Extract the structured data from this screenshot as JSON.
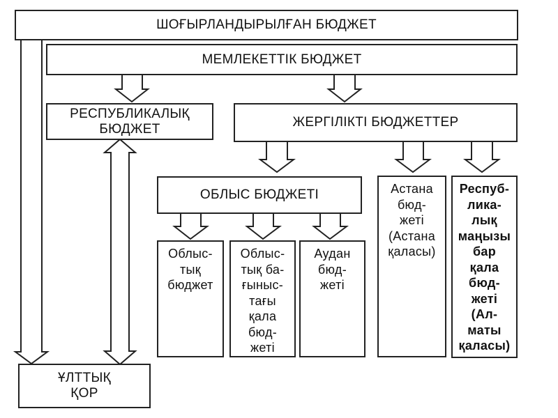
{
  "diagram": {
    "consolidated_budget": "ШОҒЫРЛАНДЫРЫЛҒАН БЮДЖЕТ",
    "state_budget": "МЕМЛЕКЕТТІК БЮДЖЕТ",
    "republican_budget": "РЕСПУБЛИКАЛЫҚ\nБЮДЖЕТ",
    "local_budgets": "ЖЕРГІЛІКТІ БЮДЖЕТТЕР",
    "oblast_budget": "ОБЛЫС БЮДЖЕТІ",
    "astana_budget": "Астана\nбюд-\nжеті\n(Астана\nқаласы)",
    "republican_city_budget": "Респуб-\nлика-\nлық\nмаңызы\nбар\nқала\nбюд-\nжеті\n(Ал-\nматы\nқаласы)",
    "regional_budget": "Облыс-\nтық\nбюджет",
    "oblast_subordinate_city_budget": "Облыс-\nтық ба-\nғыныс-\nтағы\nқала\nбюд-\nжеті",
    "district_budget": "Аудан\nбюд-\nжеті",
    "national_fund": "ҰЛТТЫҚ\nҚОР"
  }
}
